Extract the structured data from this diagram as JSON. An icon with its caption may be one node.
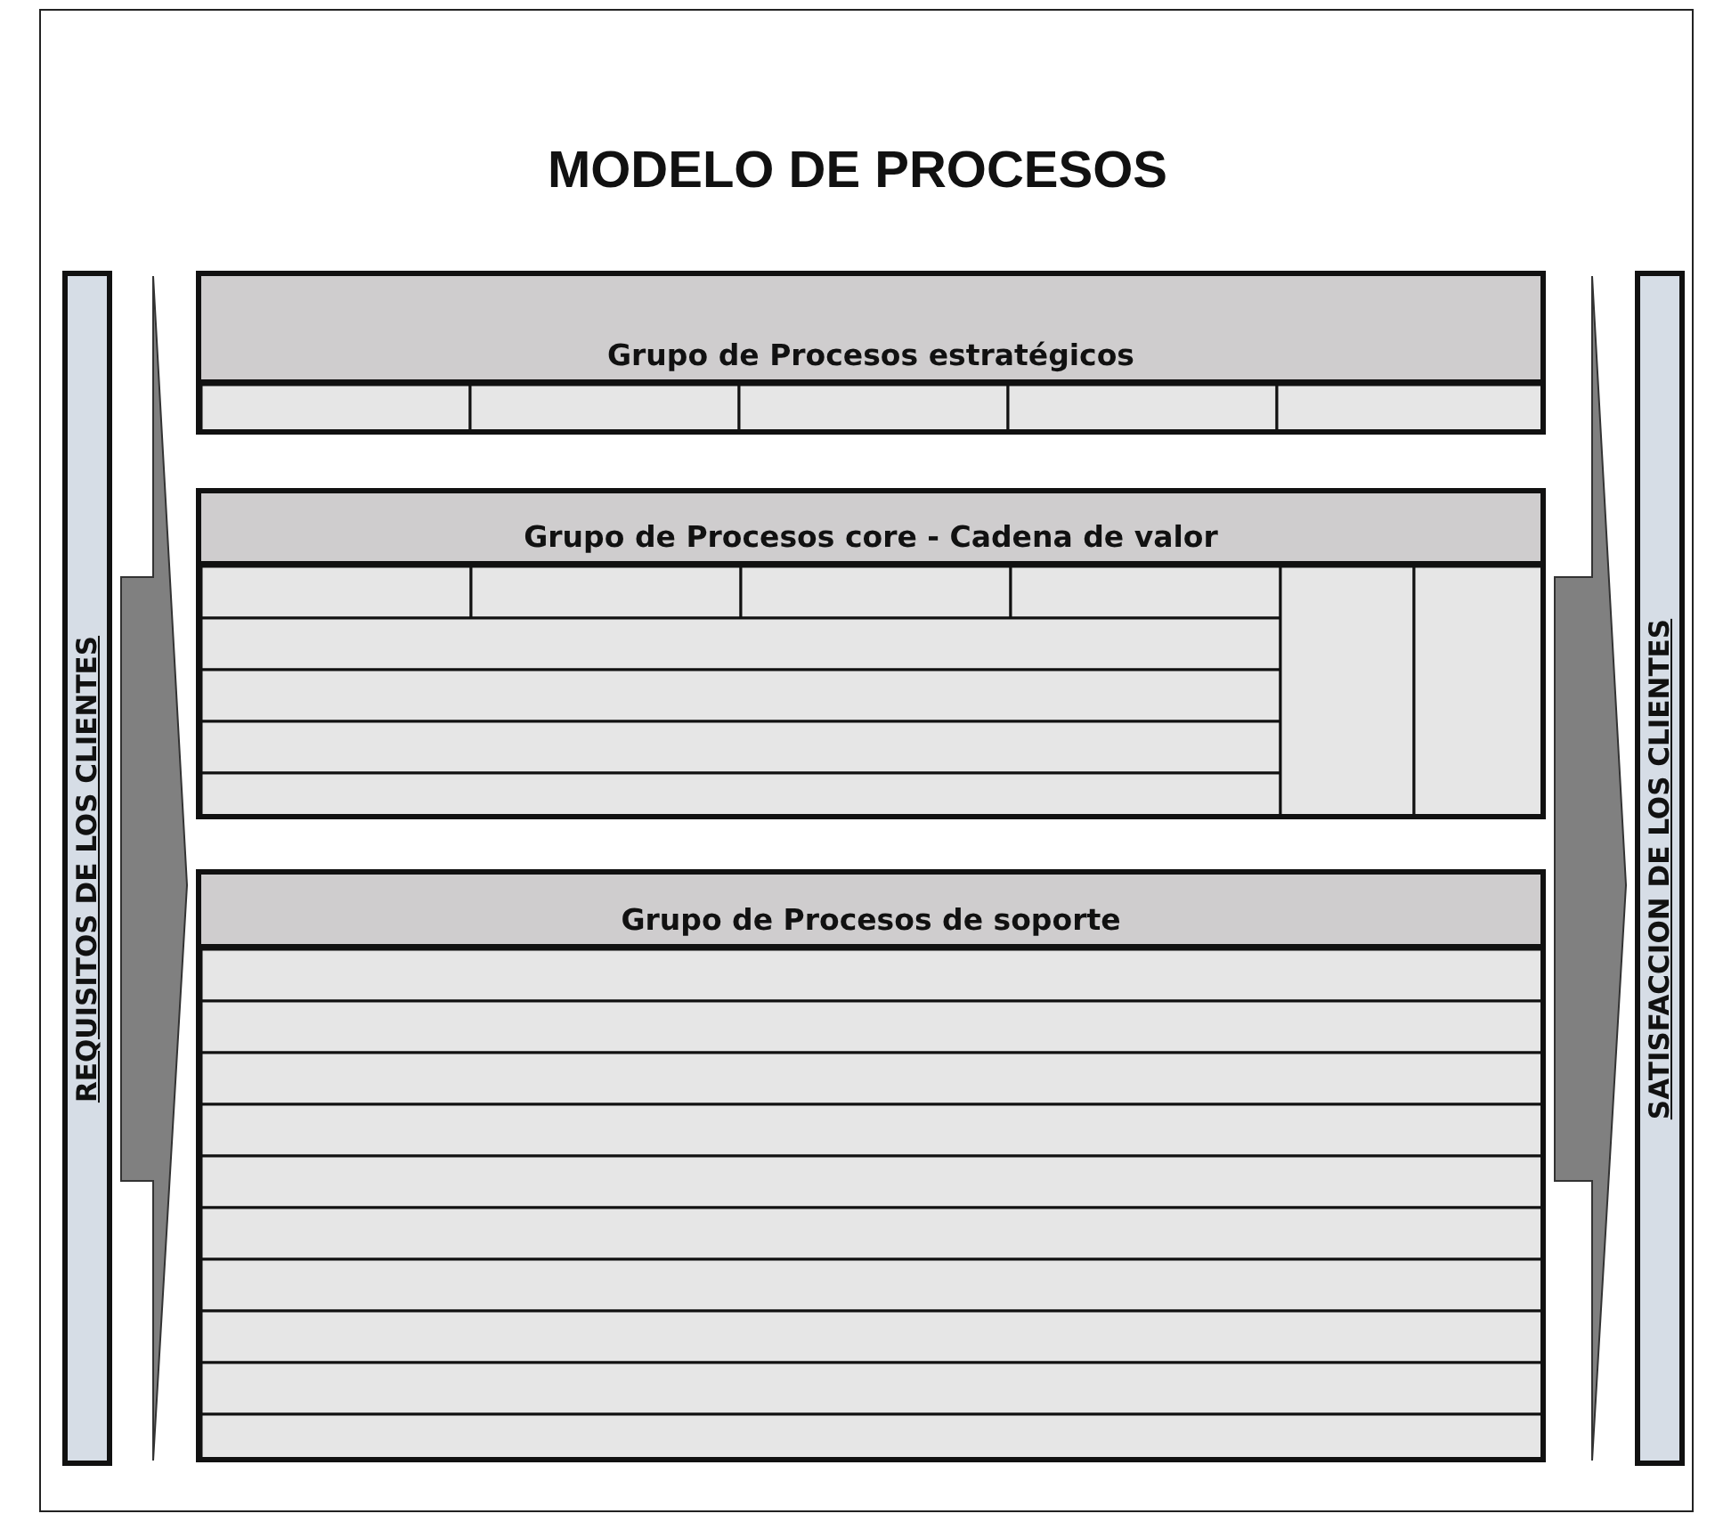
{
  "diagram": {
    "title": "MODELO DE PROCESOS",
    "nodes": [
      {
        "text": [
          "REQUISITOS DE LOS CLIENTES"
        ]
      },
      {
        "text": [
          "Grupo de Procesos estratégicos"
        ]
      },
      {
        "text": [
          "Grupo de Procesos core - Cadena de valor"
        ]
      },
      {
        "text": [
          "Grupo de Procesos de soporte"
        ]
      },
      {
        "text": [
          "SATISFACCION DE LOS CLIENTES"
        ]
      }
    ],
    "edges": [
      {
        "from": 0,
        "to": 3,
        "arrow": "to"
      },
      {
        "from": 3,
        "to": 4,
        "arrow": "to"
      }
    ]
  }
}
